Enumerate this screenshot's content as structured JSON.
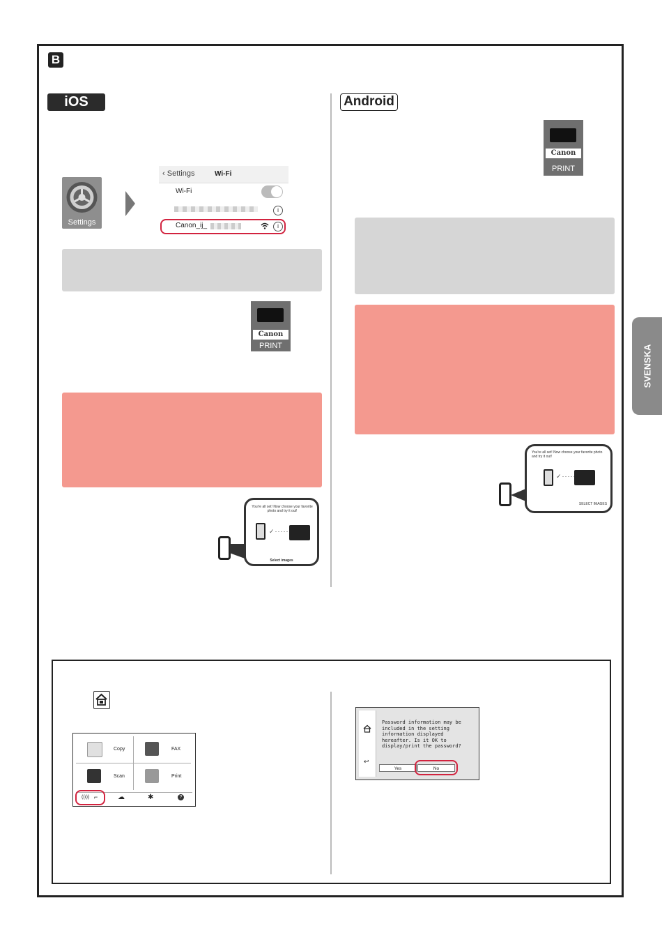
{
  "section": {
    "badge": "B"
  },
  "ios": {
    "tag": "iOS",
    "settings_icon_label": "Settings",
    "wifi_screen": {
      "back_label": "Settings",
      "title": "Wi-Fi",
      "wifi_row_label": "Wi-Fi",
      "network_name": "Canon_ij_",
      "info_glyph": "i"
    },
    "app": {
      "brand": "Canon",
      "label": "PRINT"
    },
    "callout": {
      "message": "You're all set! Now choose your favorite photo and try it out!",
      "action": "Select images"
    }
  },
  "android": {
    "tag": "Android",
    "app": {
      "brand": "Canon",
      "label": "PRINT"
    },
    "callout": {
      "message": "You're all set! Now choose your favorite photo and try it out!",
      "action": "SELECT IMAGES"
    }
  },
  "side_tab": {
    "label": "SVENSKA"
  },
  "printer_menu": {
    "cells": [
      {
        "label": "Copy",
        "icon": "copy-icon"
      },
      {
        "label": "FAX",
        "icon": "fax-icon"
      },
      {
        "label": "Scan",
        "icon": "scan-icon"
      },
      {
        "label": "Print",
        "icon": "print-icon"
      }
    ],
    "bottom_icons": [
      "wireless-icon",
      "cloud-icon",
      "gear-icon",
      "help-icon"
    ],
    "wireless_glyph": "((ı))",
    "help_glyph": "?",
    "gear_glyph": "✱"
  },
  "password_dialog": {
    "message": "Password information may be included in the setting information displayed hereafter. Is it OK to display/print the password?",
    "yes_label": "Yes",
    "no_label": "No",
    "back_glyph": "↩"
  },
  "colors": {
    "highlight": "#d2233f",
    "note_gray": "#d6d6d6",
    "note_pink": "#f4998f"
  }
}
